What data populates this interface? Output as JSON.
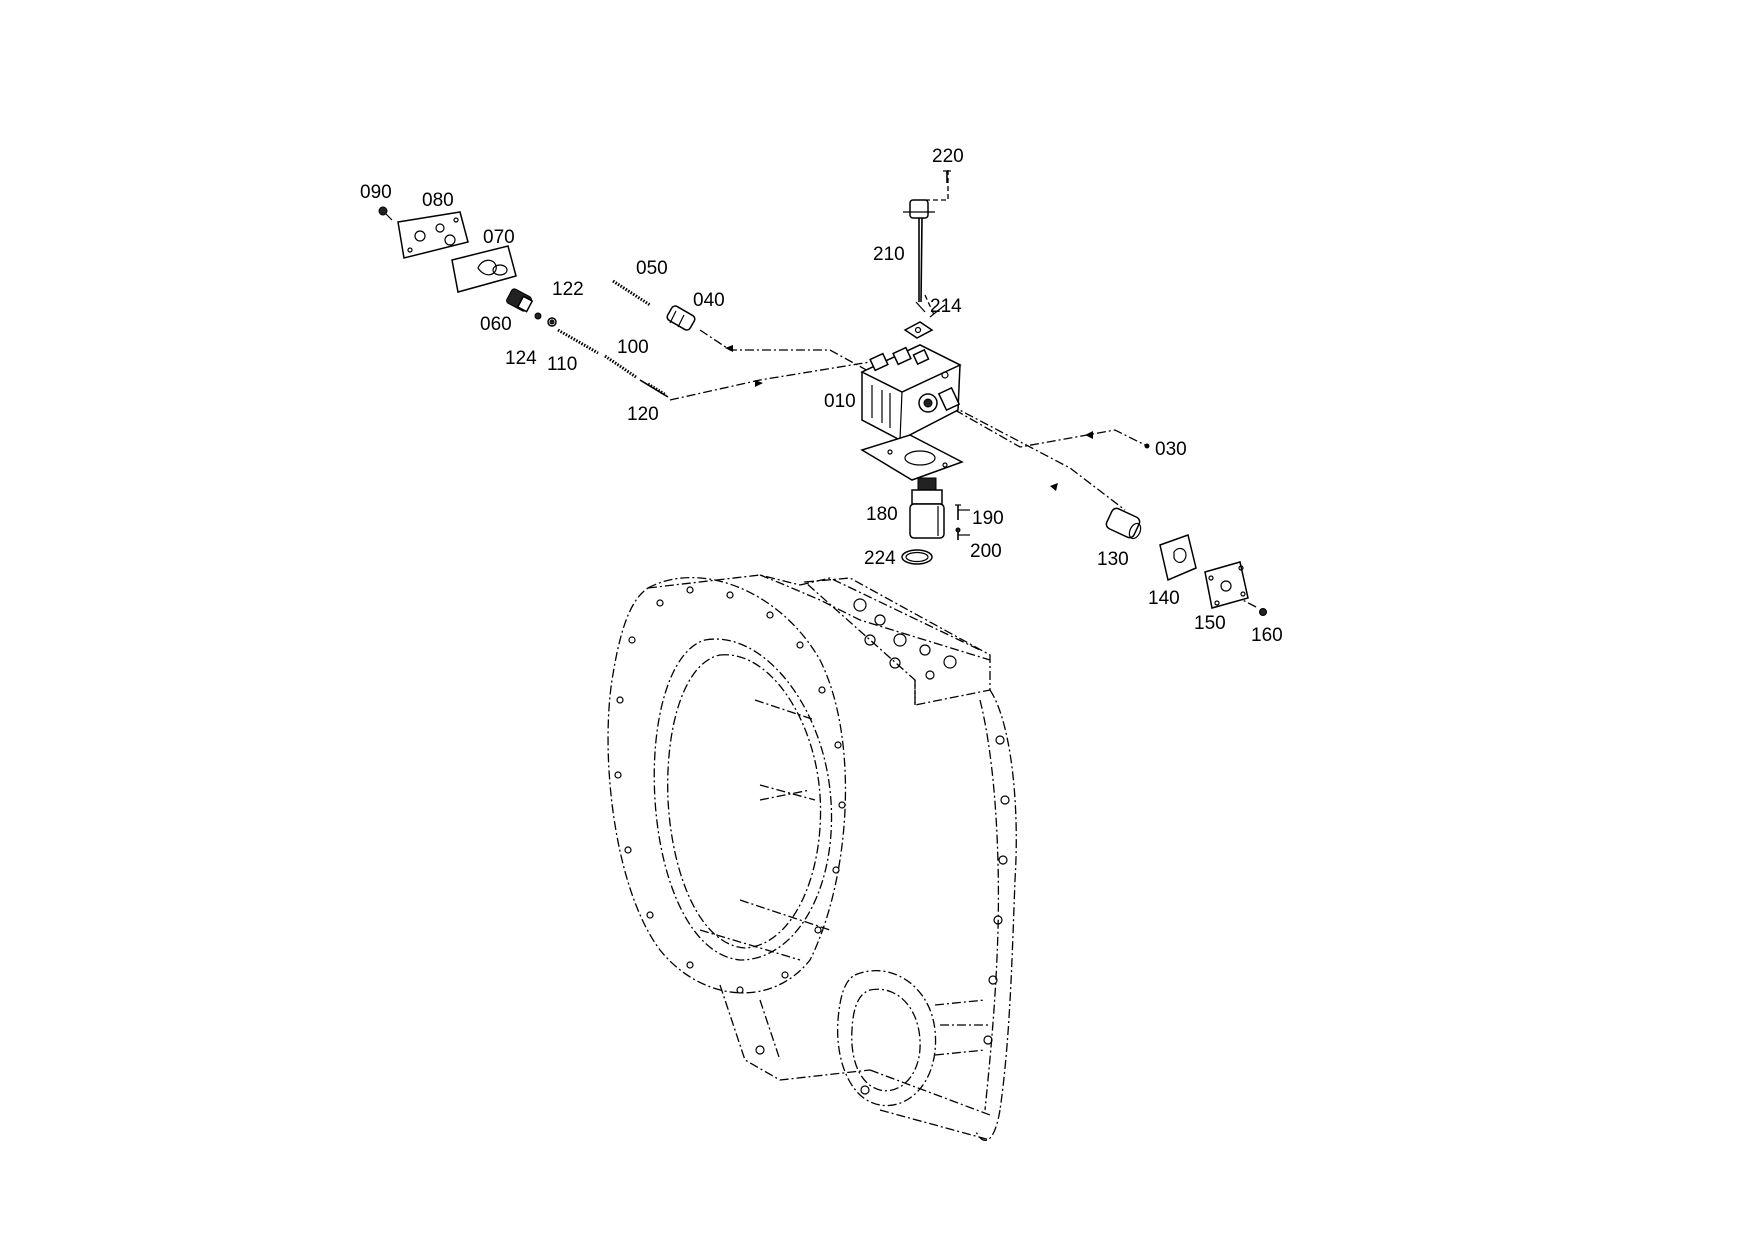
{
  "labels": {
    "p010": "010",
    "p030": "030",
    "p040": "040",
    "p050": "050",
    "p060": "060",
    "p070": "070",
    "p080": "080",
    "p090": "090",
    "p100": "100",
    "p110": "110",
    "p120": "120",
    "p122": "122",
    "p124": "124",
    "p130": "130",
    "p140": "140",
    "p150": "150",
    "p160": "160",
    "p180": "180",
    "p190": "190",
    "p200": "200",
    "p210": "210",
    "p214": "214",
    "p220": "220",
    "p224": "224"
  }
}
